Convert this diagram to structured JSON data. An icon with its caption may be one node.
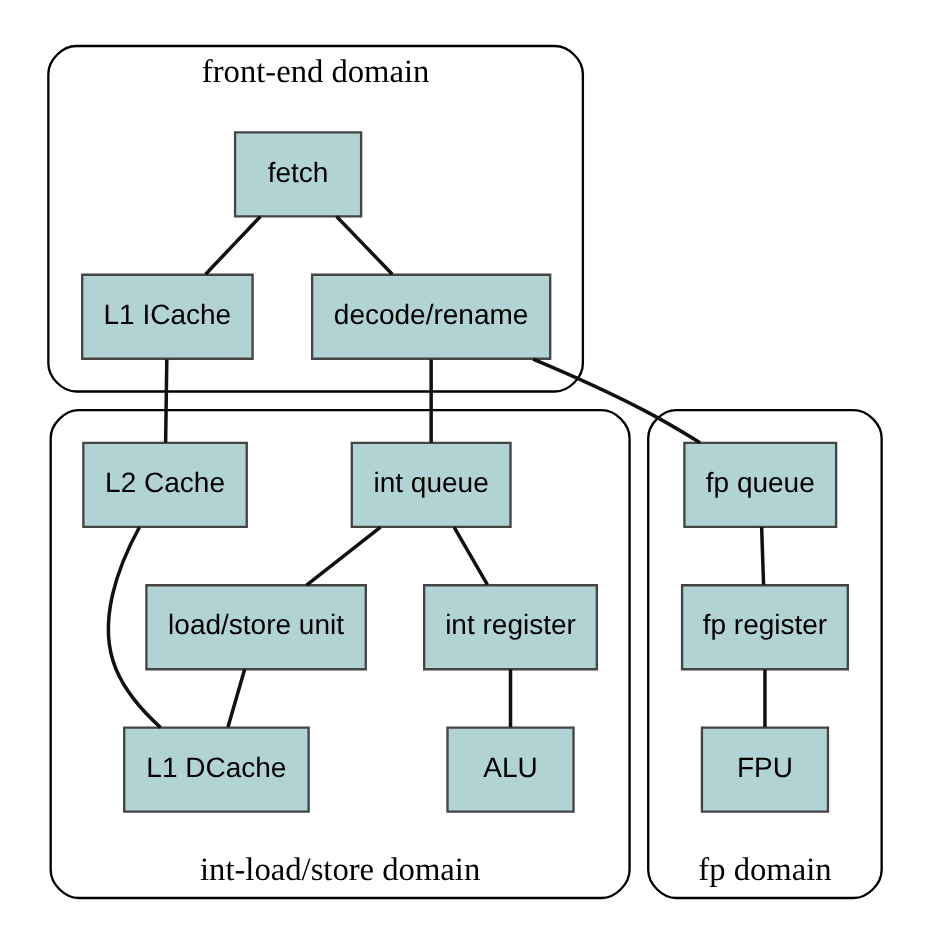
{
  "diagram": {
    "nodes": [
      {
        "text": [
          "front-end domain"
        ]
      },
      {
        "text": [
          "fetch"
        ],
        "in": 0
      },
      {
        "text": [
          "L1 ICache"
        ],
        "in": 0
      },
      {
        "text": [
          "decode/rename"
        ],
        "in": 0
      },
      {
        "text": [
          "fp domain"
        ]
      },
      {
        "text": [
          "fp queue"
        ],
        "in": 4
      },
      {
        "text": [
          "fp register"
        ],
        "in": 4
      },
      {
        "text": [
          "FPU"
        ],
        "in": 4
      },
      {
        "text": [
          "int-load/store domain"
        ]
      },
      {
        "text": [
          "int queue"
        ],
        "in": 8
      },
      {
        "text": [
          "int register"
        ],
        "in": 8
      },
      {
        "text": [
          "ALU"
        ],
        "in": 8
      },
      {
        "text": [
          "load/store unit"
        ],
        "in": 8
      },
      {
        "text": [
          "L1 DCache"
        ],
        "in": 8
      },
      {
        "text": [
          "L2 Cache"
        ],
        "in": 8
      }
    ],
    "edges": [
      {
        "from": 1,
        "to": 2,
        "arrow": "none"
      },
      {
        "from": 1,
        "to": 3,
        "arrow": "none"
      },
      {
        "from": 3,
        "to": 5,
        "arrow": "none"
      },
      {
        "from": 3,
        "to": 9,
        "arrow": "none"
      },
      {
        "from": 2,
        "to": 14,
        "arrow": "none"
      },
      {
        "from": 5,
        "to": 6,
        "arrow": "none"
      },
      {
        "from": 6,
        "to": 7,
        "arrow": "none"
      },
      {
        "from": 9,
        "to": 10,
        "arrow": "none"
      },
      {
        "from": 10,
        "to": 11,
        "arrow": "none"
      },
      {
        "from": 9,
        "to": 12,
        "arrow": "none"
      },
      {
        "from": 12,
        "to": 13,
        "arrow": "none"
      },
      {
        "from": 14,
        "to": 13,
        "arrow": "none"
      }
    ]
  }
}
